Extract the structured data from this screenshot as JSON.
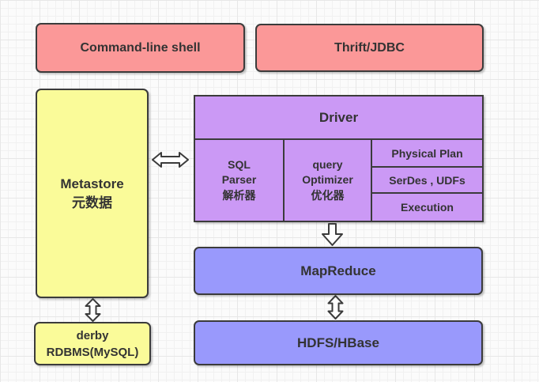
{
  "palette": {
    "pink": "#FB9898",
    "yellow": "#FAFB99",
    "purple": "#CB99F5",
    "periwinkle_blue": "#9999FC",
    "border": "#3B3B3B",
    "text": "#333333",
    "arrow_fill": "#FFFFFF",
    "canvas_background": "#FBFBFB"
  },
  "nodes": {
    "command_line_shell": {
      "label": "Command-line shell"
    },
    "thrift_jdbc": {
      "label": "Thrift/JDBC"
    },
    "metastore": {
      "line1": "Metastore",
      "line2": "元数据"
    },
    "driver": {
      "title": "Driver"
    },
    "sql_parser": {
      "line1": "SQL",
      "line2": "Parser",
      "line3": "解析器"
    },
    "query_optimizer": {
      "line1": "query",
      "line2": "Optimizer",
      "line3": "优化器"
    },
    "physical_plan": {
      "label": "Physical Plan"
    },
    "serdes_udfs": {
      "label": "SerDes , UDFs"
    },
    "execution": {
      "label": "Execution"
    },
    "mapreduce": {
      "label": "MapReduce"
    },
    "hdfs_hbase": {
      "label": "HDFS/HBase"
    },
    "derby_rdbms": {
      "line1": "derby",
      "line2": "RDBMS(MySQL)"
    }
  },
  "arrows": [
    {
      "name": "metastore-driver",
      "type": "double-headed-horizontal"
    },
    {
      "name": "driver-mapreduce",
      "type": "single-down"
    },
    {
      "name": "metastore-derby",
      "type": "double-headed-vertical"
    },
    {
      "name": "mapreduce-hdfs",
      "type": "double-headed-vertical"
    }
  ]
}
